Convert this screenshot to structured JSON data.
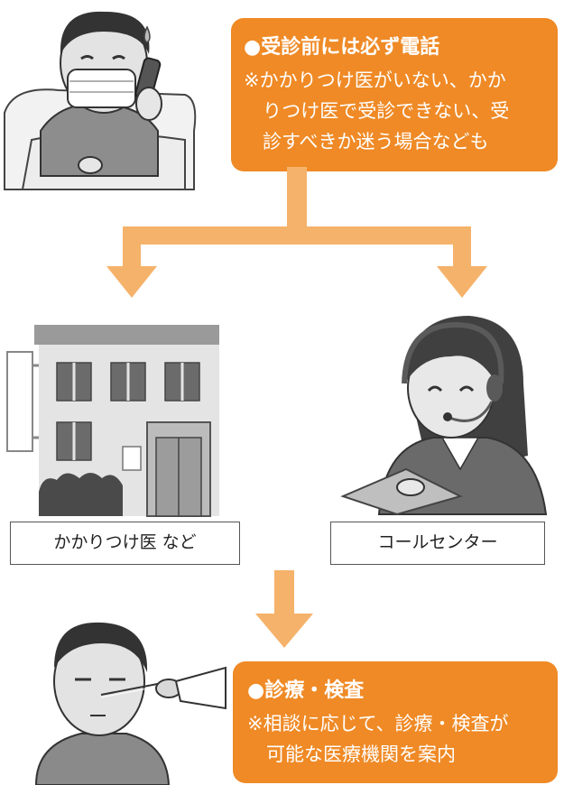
{
  "step1": {
    "title": "●受診前には必ず電話",
    "note_lines": [
      "※かかりつけ医がいない、かか",
      "　りつけ医で受診できない、受",
      "　診すべきか迷う場合なども"
    ]
  },
  "destinations": {
    "left_label": "かかりつけ医 など",
    "right_label": "コールセンター"
  },
  "step2": {
    "title": "●診療・検査",
    "note_lines": [
      "※相談に応じて、診療・検査が",
      "　可能な医療機関を案内"
    ]
  },
  "colors": {
    "box_orange": "#ef8a26",
    "arrow_orange": "#f5b26a"
  }
}
